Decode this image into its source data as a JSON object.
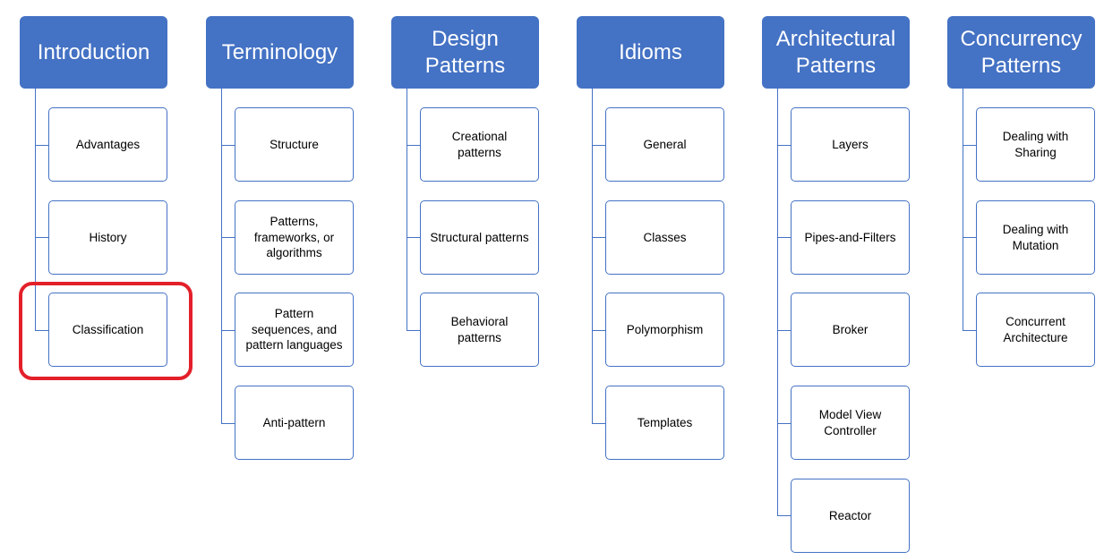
{
  "colors": {
    "header_fill": "#4472c4",
    "header_text": "#ffffff",
    "node_border": "#4472c4",
    "connector": "#4472c4",
    "highlight": "#e3202a"
  },
  "columns": [
    {
      "title": "Introduction",
      "items": [
        "Advantages",
        "History",
        "Classification"
      ]
    },
    {
      "title": "Terminology",
      "items": [
        "Structure",
        "Patterns,\nframeworks, or\nalgorithms",
        "Pattern\nsequences, and\npattern languages",
        "Anti-pattern"
      ]
    },
    {
      "title": "Design\nPatterns",
      "items": [
        "Creational\npatterns",
        "Structural patterns",
        "Behavioral\npatterns"
      ]
    },
    {
      "title": "Idioms",
      "items": [
        "General",
        "Classes",
        "Polymorphism",
        "Templates"
      ]
    },
    {
      "title": "Architectural\nPatterns",
      "items": [
        "Layers",
        "Pipes-and-Filters",
        "Broker",
        "Model View\nController",
        "Reactor"
      ]
    },
    {
      "title": "Concurrency\nPatterns",
      "items": [
        "Dealing with\nSharing",
        "Dealing with\nMutation",
        "Concurrent\nArchitecture"
      ]
    }
  ],
  "highlighted_item": "Classification"
}
